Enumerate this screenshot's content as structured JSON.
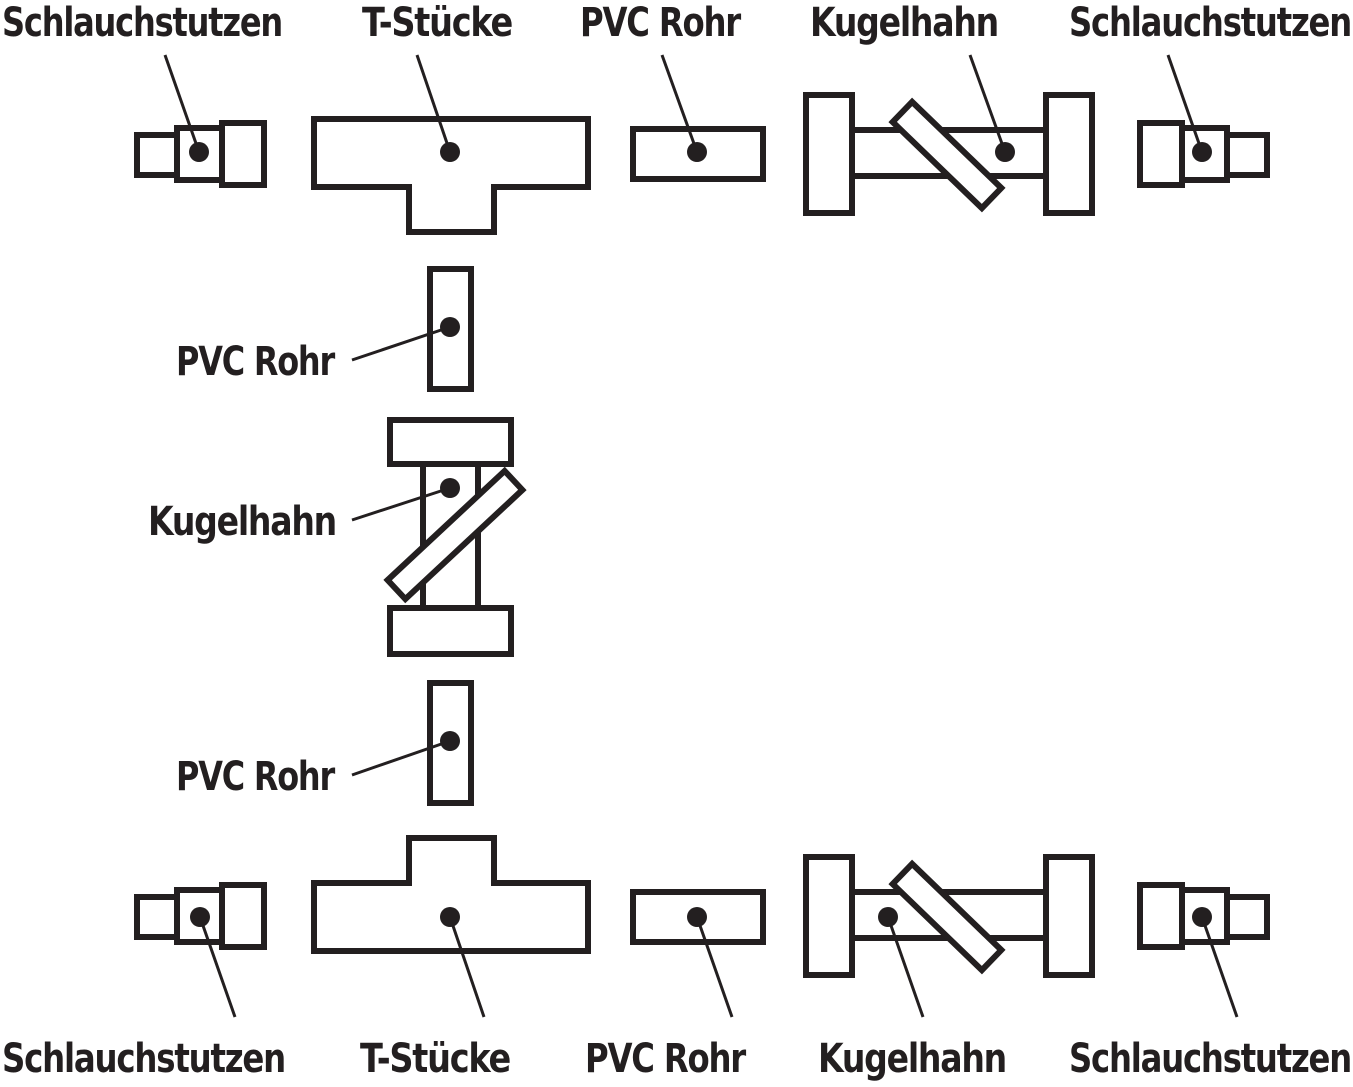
{
  "labels": {
    "top": [
      "Schlauchstutzen",
      "T-Stücke",
      "PVC Rohr",
      "Kugelhahn",
      "Schlauchstutzen"
    ],
    "side": [
      "PVC Rohr",
      "Kugelhahn",
      "PVC Rohr"
    ],
    "bottom": [
      "Schlauchstutzen",
      "T-Stücke",
      "PVC Rohr",
      "Kugelhahn",
      "Schlauchstutzen"
    ]
  },
  "colors": {
    "stroke": "#231f20",
    "background": "#ffffff"
  }
}
